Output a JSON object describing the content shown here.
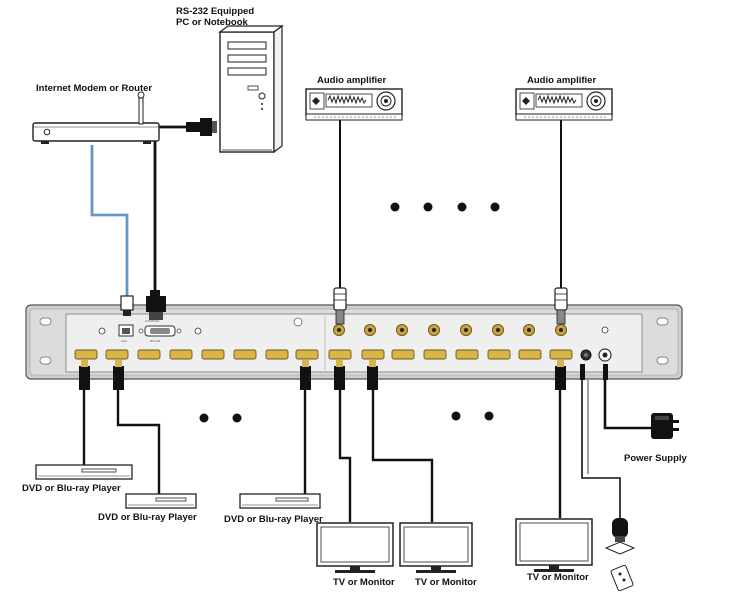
{
  "labels": {
    "pc_line1": "RS-232 Equipped",
    "pc_line2": "PC or Notebook",
    "router": "Internet Modem or Router",
    "amp_left": "Audio amplifier",
    "amp_right": "Audio amplifier",
    "dvd_1": "DVD or Blu-ray Player",
    "dvd_2": "DVD or Blu-ray Player",
    "dvd_3": "DVD or Blu-ray Player",
    "tv_1": "TV or Monitor",
    "tv_2": "TV or Monitor",
    "tv_3": "TV or Monitor",
    "power": "Power Supply"
  },
  "colors": {
    "cable_black": "#111111",
    "cable_blue": "#3a78b8",
    "cable_gray": "#8a8a8a",
    "rca_gold": "#caa63a",
    "hdmi_gold": "#d8b648",
    "panel_gray": "#d9d9d9"
  }
}
